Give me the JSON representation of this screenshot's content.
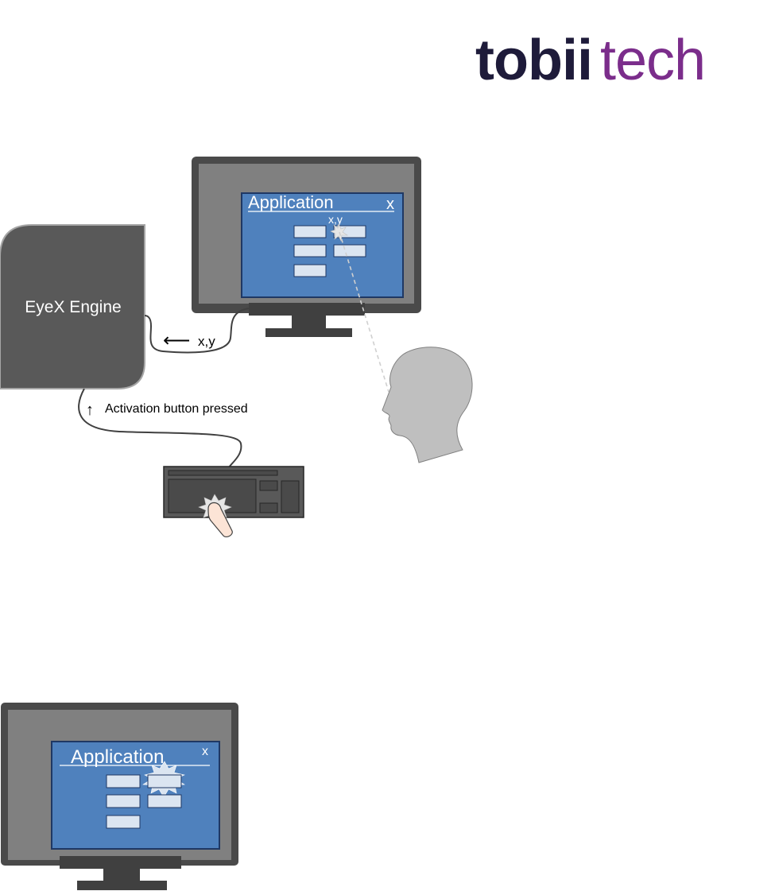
{
  "logo": {
    "word1": "tobii",
    "word2": "tech"
  },
  "colors": {
    "brand_dark": "#1e1b3a",
    "brand_purple": "#7b2d8b",
    "monitor_body": "#4a4a4a",
    "monitor_screen": "#808080",
    "app_window": "#4f81bd",
    "app_button": "#dbe5f1",
    "engine": "#595959",
    "head": "#bfbfbf"
  },
  "top_scene": {
    "app_title": "Application",
    "close_label": "x",
    "gaze_label": "x,y",
    "engine_label": "EyeX Engine",
    "engine_output_label": "x,y",
    "activation_label": "Activation button pressed",
    "arrow_left_icon": "arrow-left-icon",
    "arrow_up_icon": "arrow-up-icon"
  },
  "bottom_scene": {
    "app_title": "Application",
    "close_label": "x"
  }
}
